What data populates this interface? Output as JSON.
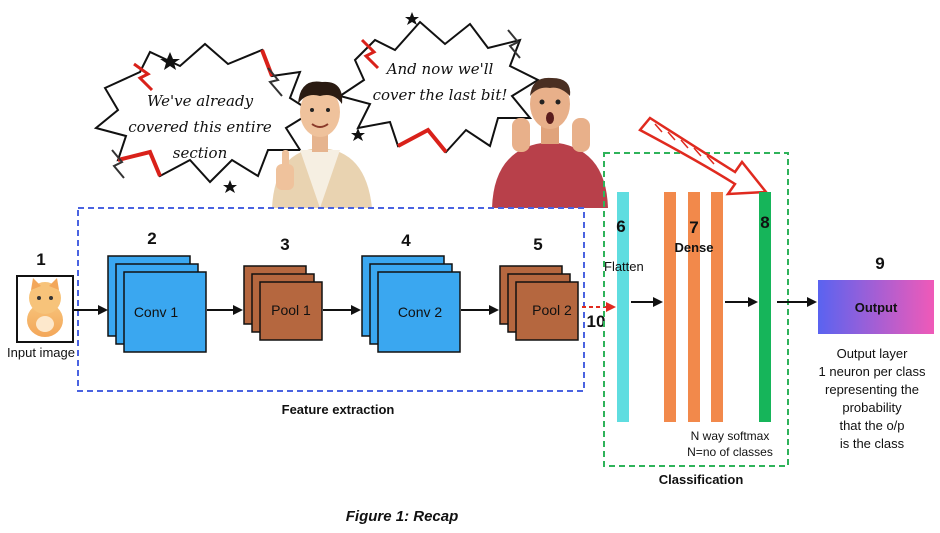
{
  "bubbles": {
    "left": [
      "We've already",
      "covered this entire",
      "section"
    ],
    "right": [
      "And now we'll",
      "cover the last bit!"
    ]
  },
  "steps": {
    "s1": "1",
    "s2": "2",
    "s3": "3",
    "s4": "4",
    "s5": "5",
    "s6": "6",
    "s7": "7",
    "s8": "8",
    "s9": "9",
    "s10": "10"
  },
  "input": {
    "label": "Input image"
  },
  "layers": {
    "conv1": "Conv 1",
    "pool1": "Pool 1",
    "conv2": "Conv 2",
    "pool2": "Pool 2",
    "flatten": "Flatten",
    "dense": "Dense",
    "output": "Output"
  },
  "groups": {
    "feature": "Feature extraction",
    "classification": "Classification"
  },
  "softmax": [
    "N way softmax",
    "N=no of classes"
  ],
  "output_desc": [
    "Output layer",
    "1 neuron per class",
    "representing the",
    "probability",
    "that the o/p",
    "is the class"
  ],
  "caption": "Figure 1: Recap",
  "colors": {
    "conv": "#3aa7f0",
    "pool": "#b5673f",
    "flatten": "#5fdde0",
    "dense": "#f2894b",
    "softmax_layer": "#16b55a",
    "feature_border": "#4a63e0",
    "class_border": "#2fb35a",
    "red_arrow": "#e02a1f"
  }
}
